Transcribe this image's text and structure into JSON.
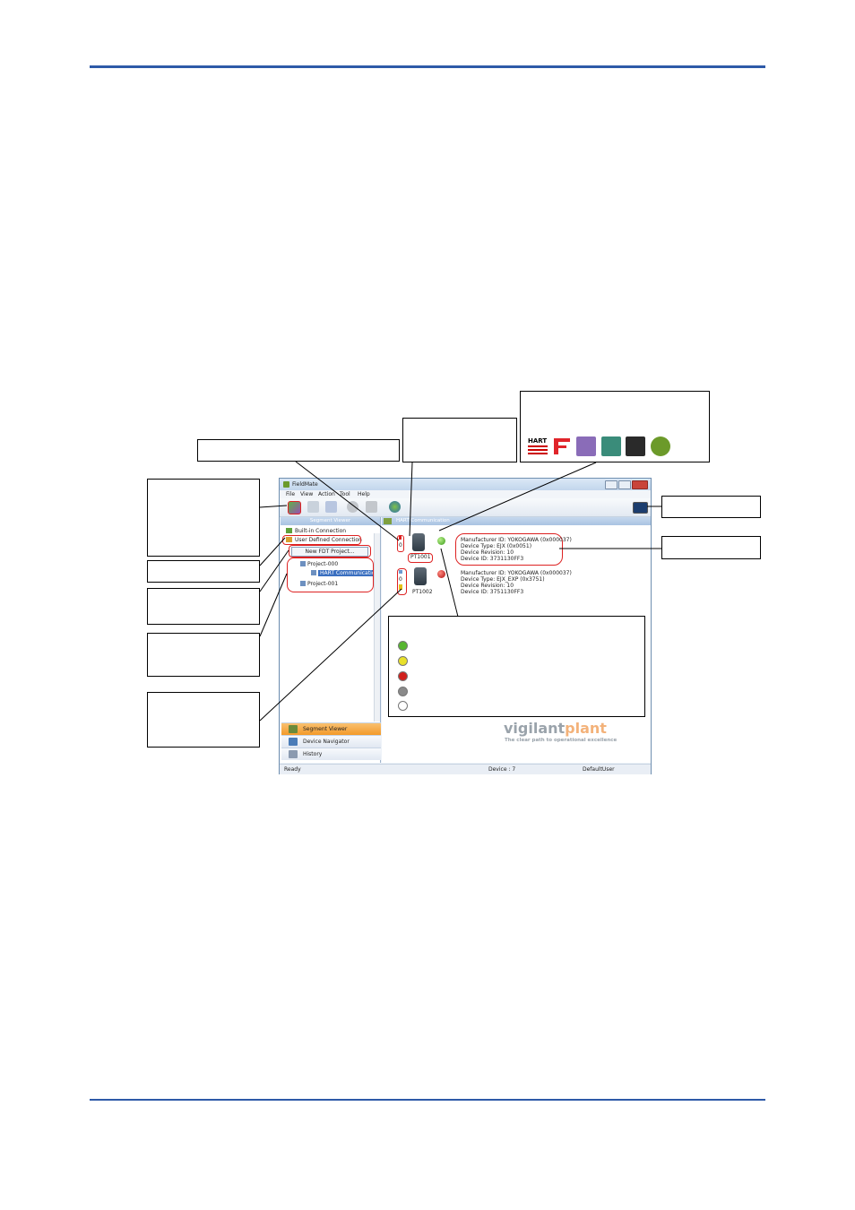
{
  "window": {
    "title": "FieldMate",
    "menu": [
      "File",
      "View",
      "Action",
      "Tool",
      "Help"
    ],
    "left_panel_header": "Segment Viewer",
    "right_panel_header": "HART Communication",
    "tree": {
      "builtin": "Built-in Connection",
      "user_defined": "User Defined Connection",
      "new_project": "New FDT Project...",
      "project1": "Project-000",
      "project1_child": "HART Communication",
      "project2": "Project-001"
    },
    "devices": [
      {
        "tag": "PT1001",
        "count": "0",
        "status_color": "#57b630",
        "info": [
          "Manufacturer ID: YOKOGAWA (0x000037)",
          "Device Type: EJX (0x0051)",
          "Device Revision: 10",
          "Device ID: 3731130FF3"
        ]
      },
      {
        "tag": "PT1002",
        "count": "0",
        "status_color": "#d0201c",
        "info": [
          "Manufacturer ID: YOKOGAWA (0x000037)",
          "Device Type: EJX_EXP (0x3751)",
          "Device Revision: 10",
          "Device ID: 3751130FF3"
        ]
      }
    ],
    "nav": [
      "Segment Viewer",
      "Device Navigator",
      "History"
    ],
    "logo": {
      "part1": "vigilant",
      "part2": "plant",
      "tagline": "The clear path to operational excellence"
    },
    "status": {
      "left": "Ready",
      "middle": "Device : 7",
      "right": "DefaultUser"
    }
  },
  "hart_icon_text": "HART",
  "legend_colors": [
    "#57b630",
    "#e8e02a",
    "#d0201c",
    "#8a8a8a",
    "#ffffff"
  ],
  "colors": {
    "accent_rule": "#2e5aa8",
    "callout_red": "#d22222",
    "nav_active": "#f39a2a"
  }
}
